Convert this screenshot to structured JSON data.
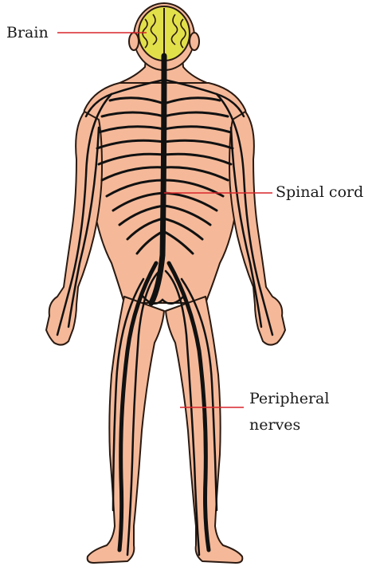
{
  "labels": {
    "brain": "Brain",
    "spinal_cord": "Spinal cord",
    "peripheral_line1": "Peripheral",
    "peripheral_line2": "nerves"
  },
  "colors": {
    "skin": "#f5b999",
    "outline": "#2a1a12",
    "nerve": "#111111",
    "brain": "#e2e04a",
    "leader": "#d9252a"
  }
}
